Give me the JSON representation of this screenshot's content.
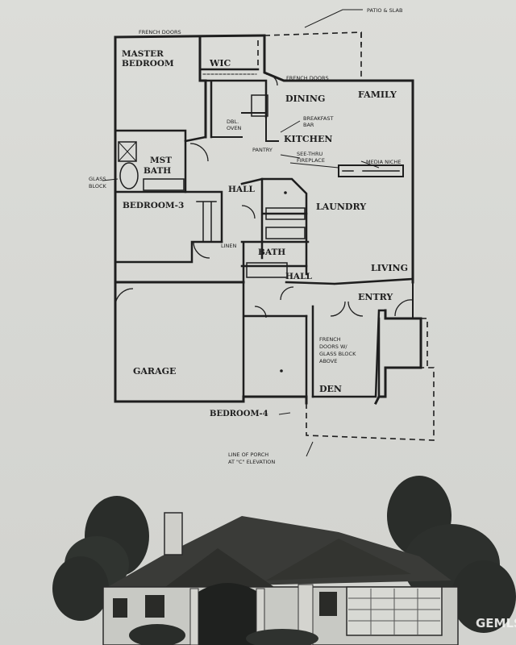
{
  "rooms": {
    "master_bedroom": [
      "MASTER",
      "BEDROOM"
    ],
    "wic": "WIC",
    "dining": "DINING",
    "family": "FAMILY",
    "kitchen": "KITCHEN",
    "mst_bath": [
      "MST",
      "BATH"
    ],
    "hall_upper": "HALL",
    "laundry": "LAUNDRY",
    "bedroom3": "BEDROOM-3",
    "bath": "BATH",
    "hall_lower": "HALL",
    "living": "LIVING",
    "entry": "ENTRY",
    "garage": "GARAGE",
    "den": "DEN",
    "bedroom4": "BEDROOM-4"
  },
  "notes": {
    "patio": "PATIO & SLAB",
    "french_doors_top": "FRENCH DOORS",
    "french_doors_dining": "FRENCH DOORS",
    "wall_oven": [
      "DBL.",
      "OVEN"
    ],
    "breakfast_bar": [
      "BREAKFAST",
      "BAR"
    ],
    "pantry": "PANTRY",
    "see_thru_fireplace": [
      "SEE-THRU",
      "FIREPLACE"
    ],
    "media_niche": "MEDIA NICHE",
    "glass_block": [
      "GLASS",
      "BLOCK"
    ],
    "linen": "LINEN",
    "french_doors_den": [
      "FRENCH",
      "DOORS W/",
      "GLASS BLOCK",
      "ABOVE"
    ],
    "porch_line": [
      "LINE OF PORCH",
      "AT \"C\" ELEVATION"
    ]
  },
  "watermark": "GEMLS",
  "colors": {
    "paper": "#d9dad6",
    "ink": "#1e1e1e",
    "foliage": "#2a2d2a"
  }
}
